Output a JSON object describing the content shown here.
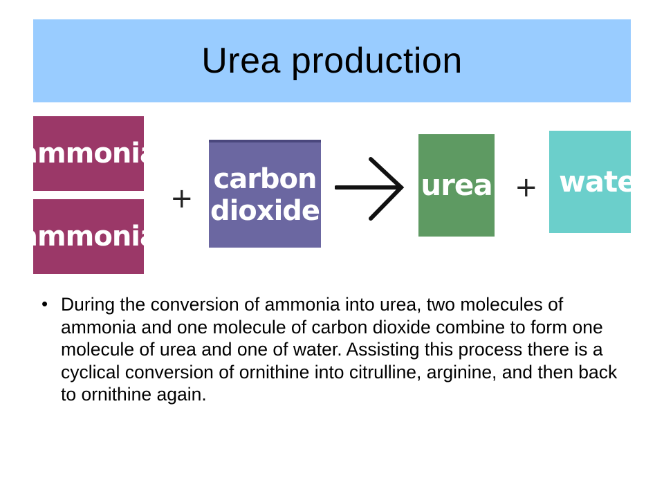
{
  "slide": {
    "title": "Urea production",
    "title_bar_color": "#99ccff",
    "equation": {
      "reactant_1": "ammonia",
      "reactant_2": "ammonia",
      "reactant_3": {
        "line1": "carbon",
        "line2": "dioxide"
      },
      "product_1": "urea",
      "product_2": "water",
      "plus_1": "+",
      "plus_2": "+",
      "colors": {
        "ammonia": "#9b3868",
        "carbon_dioxide": "#6b67a1",
        "urea": "#5e9a62",
        "water": "#6bcfcb"
      }
    },
    "bullets": [
      {
        "marker": "•",
        "text": "During the conversion of ammonia into urea, two molecules of ammonia and one molecule of carbon dioxide combine to form one molecule of urea and one of water. Assisting this process there is a cyclical conversion of ornithine into citrulline, arginine, and then back to ornithine again."
      }
    ]
  }
}
